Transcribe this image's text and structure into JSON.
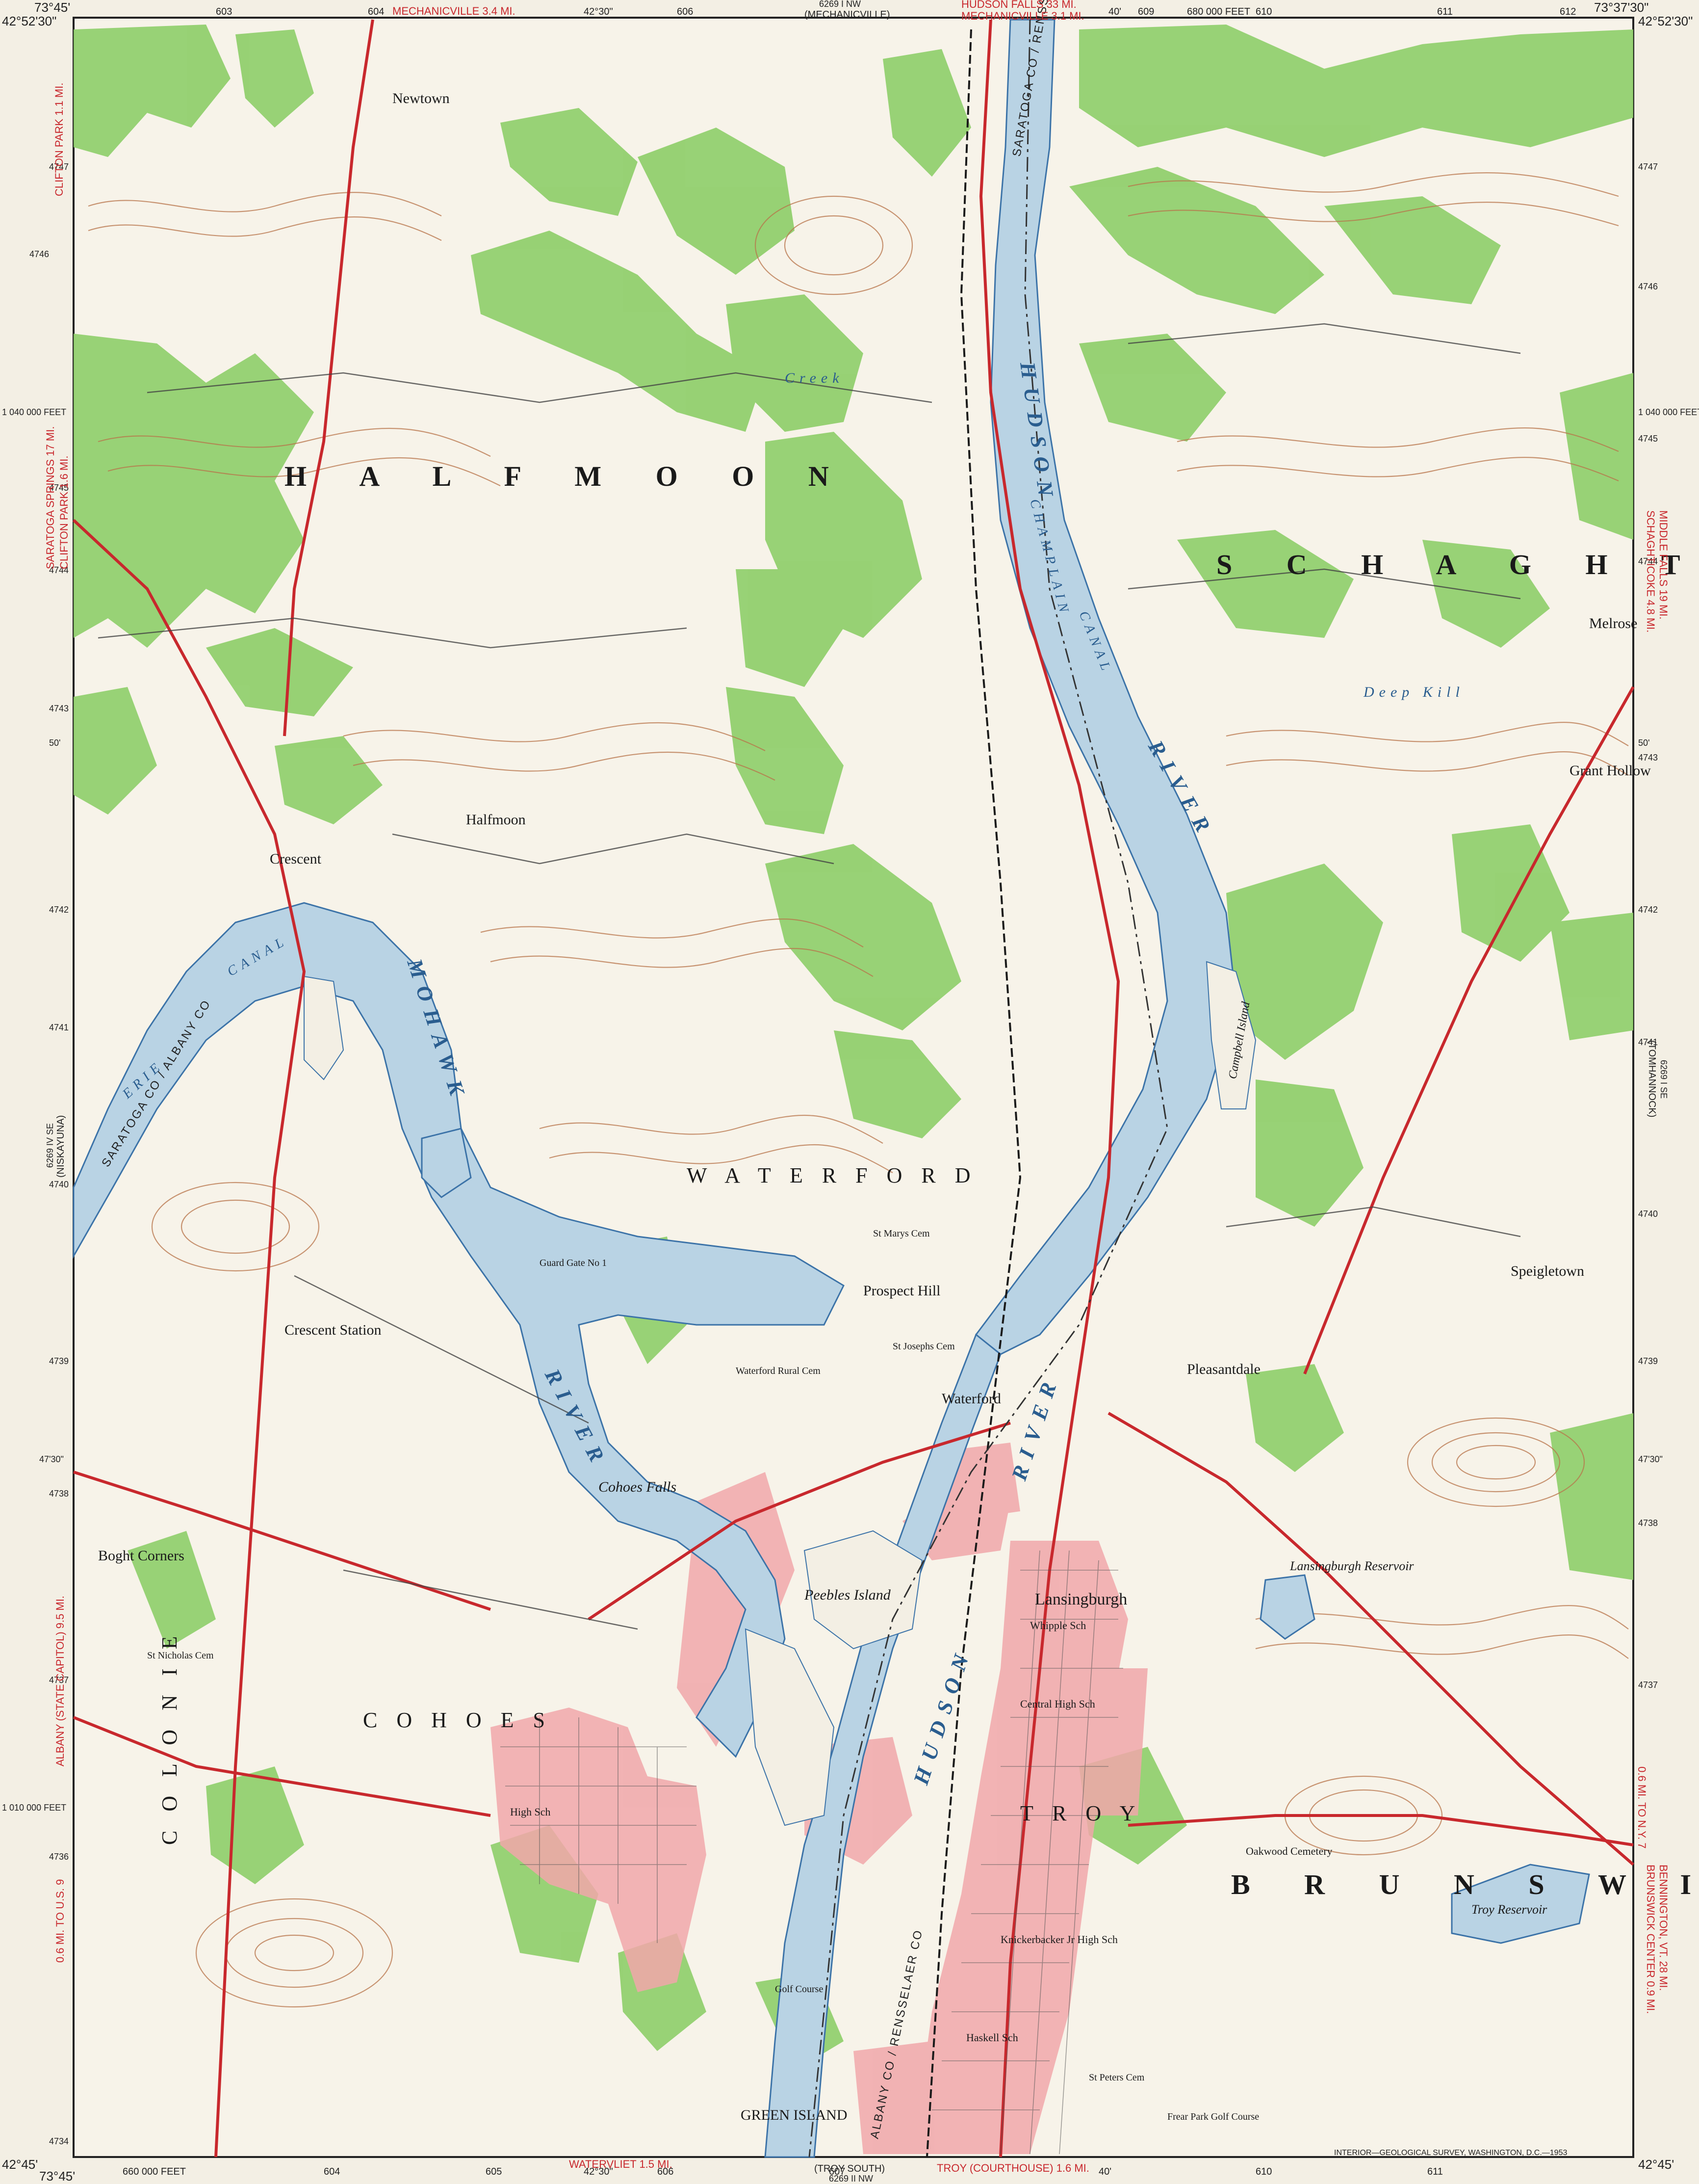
{
  "corners": {
    "nw_lon": "73°45'",
    "nw_lat": "42°52'30\"",
    "ne_lon": "73°37'30\"",
    "ne_lat": "42°52'30\"",
    "sw_lon": "73°45'",
    "sw_lat": "42°45'",
    "se_lat": "42°45'"
  },
  "top_ticks": [
    "603",
    "604",
    "42°30\"",
    "606",
    "40'",
    "609",
    "680 000 FEET",
    "610",
    "611",
    "612"
  ],
  "bottom_ticks": [
    "660 000 FEET",
    "604",
    "605",
    "42°30\"",
    "606",
    "607",
    "40'",
    "610",
    "611"
  ],
  "left_ticks": [
    "4747",
    "4746",
    "1 040 000 FEET",
    "4745",
    "4744",
    "4743",
    "50'",
    "4742",
    "4741",
    "4740",
    "4739",
    "47'30\"",
    "4738",
    "4737",
    "1 010 000 FEET",
    "4736",
    "4734"
  ],
  "right_ticks": [
    "4747",
    "4746",
    "1 040 000 FEET",
    "4745",
    "4744",
    "50'",
    "4743",
    "4742",
    "4741",
    "4740",
    "4739",
    "47'30\"",
    "4738",
    "4737"
  ],
  "edge_notes": {
    "top": [
      "MECHANICVILLE 3.4 MI.",
      "(MECHANICVILLE)",
      "HUDSON FALLS 33 MI.",
      "MECHANICVILLE 3.1 MI."
    ],
    "top_sheet": "6269 I NW",
    "bottom": [
      "WATERVLIET 1.5 MI.",
      "(TROY SOUTH)",
      "TROY (COURTHOUSE) 1.6 MI."
    ],
    "bottom_sheet": "6269 II NW",
    "left": [
      "CLIFTON PARK 1.1 MI.",
      "SARATOGA SPRINGS 17 MI.",
      "CLIFTON PARK 1.6 MI.",
      "(NISKAYUNA)",
      "ALBANY (STATE CAPITOL) 9.5 MI.",
      "0.6 MI. TO U.S. 9"
    ],
    "left_sheet": "6269 IV SE",
    "right": [
      "SCHAGHTICOKE 4.8 MI.",
      "MIDDLE FALLS 19 MI.",
      "(TOMHANNOCK)",
      "BRUNSWICK CENTER 0.9 MI.",
      "BENNINGTON, VT. 28 MI.",
      "0.6 MI. TO N.Y. 7"
    ],
    "right_sheet": "6269 I SE",
    "credit": "INTERIOR—GEOLOGICAL SURVEY, WASHINGTON, D.C.—1953"
  },
  "towns": {
    "halfmoon": "H A L F M O O N",
    "schaghticoke": "S C H A G H T I C O K E",
    "waterford": "W A T E R F O R D",
    "brunswick": "B R U N S W I C K",
    "colonie": "C O L O N I E",
    "cohoes": "C O H O E S",
    "troy": "T R O Y",
    "lansingburgh": "Lansingburgh",
    "green_island": "GREEN ISLAND"
  },
  "places": [
    {
      "name": "Newtown"
    },
    {
      "name": "Halfmoon"
    },
    {
      "name": "Crescent"
    },
    {
      "name": "Crescent Station"
    },
    {
      "name": "Boght Corners"
    },
    {
      "name": "Prospect Hill"
    },
    {
      "name": "Waterford"
    },
    {
      "name": "Pleasantdale"
    },
    {
      "name": "Speigletown"
    },
    {
      "name": "Melrose"
    },
    {
      "name": "Grant Hollow"
    },
    {
      "name": "Cohoes Falls"
    },
    {
      "name": "Peebles Island"
    },
    {
      "name": "Campbell Island"
    },
    {
      "name": "Lansingburgh Reservoir"
    },
    {
      "name": "Troy Reservoir"
    },
    {
      "name": "Oakwood Cemetery"
    },
    {
      "name": "Whipple Sch"
    },
    {
      "name": "Central High Sch"
    },
    {
      "name": "Knickerbacker Jr High Sch"
    },
    {
      "name": "Haskell Sch"
    },
    {
      "name": "High Sch"
    },
    {
      "name": "Waterford Rural Cem"
    },
    {
      "name": "St Marys Cem"
    },
    {
      "name": "St Josephs Cem"
    },
    {
      "name": "St Nicholas Cem"
    },
    {
      "name": "St Peters Cem"
    },
    {
      "name": "Frear Park Golf Course"
    },
    {
      "name": "Golf Course"
    },
    {
      "name": "Guard Gate No 1"
    }
  ],
  "waters": {
    "hudson_top": "HUDSON",
    "river_top": "RIVER",
    "champlain": "CHAMPLAIN",
    "canal": "CANAL",
    "mohawk": "MOHAWK",
    "mohawk_river": "RIVER",
    "erie": "ERIE",
    "hudson_lower": "HUDSON",
    "river_lower": "RIVER",
    "deep_kill": "Deep Kill",
    "creek": "Creek"
  },
  "counties": {
    "saratoga_rensselaer": "SARATOGA CO / RENSSELAER CO",
    "saratoga_albany": "SARATOGA CO / ALBANY CO",
    "albany_rensselaer": "ALBANY CO / RENSSELAER CO"
  },
  "colors": {
    "paper": "#f3efe4",
    "woodland": "#8fcf6b",
    "water": "#b9d3e4",
    "shoreline": "#3c73a8",
    "contour": "#b8744a",
    "urban": "#f1a7aa",
    "road": "#c8282d",
    "black": "#1a1a1a"
  }
}
